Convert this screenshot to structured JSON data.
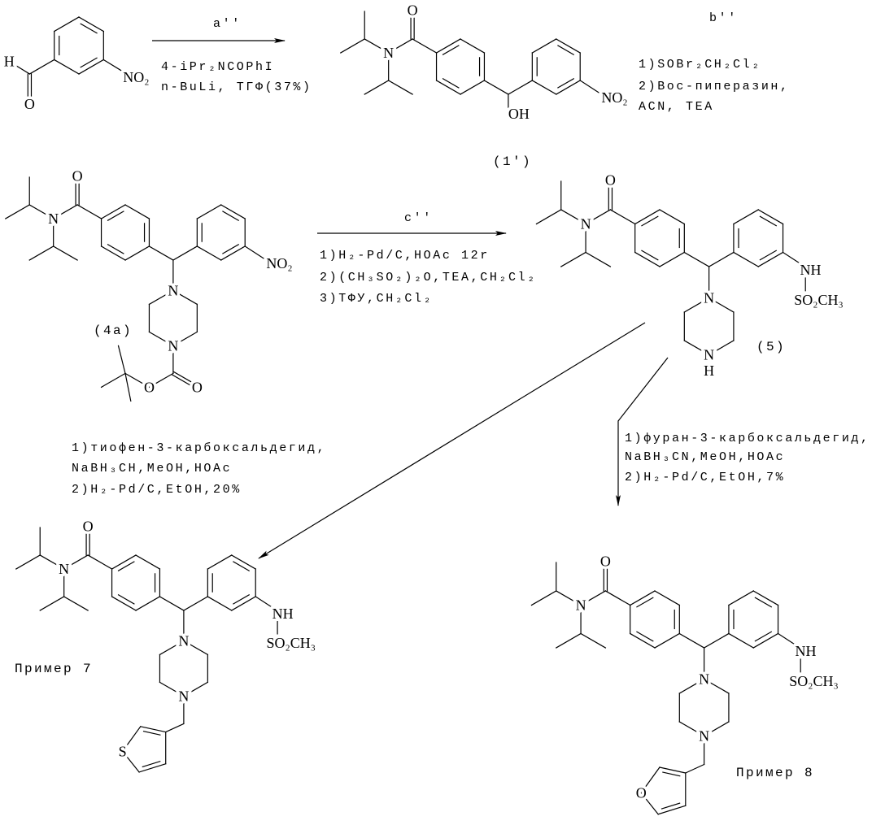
{
  "atoms": {
    "N": "N",
    "O": "O",
    "H": "H",
    "S": "S",
    "NH": "NH",
    "OH": "OH",
    "NO2": "NO₂",
    "SO2CH3": "SO₂CH₃"
  },
  "compounds": {
    "c1": "(1')",
    "c4a": "(4a)",
    "c5": "(5)",
    "ex7": "Пример  7",
    "ex8": "Пример  8"
  },
  "steps": {
    "a": {
      "label": "a''",
      "conditions": [
        "4-iPr₂NCOPhI",
        "n-BuLi, ТГФ(37%)"
      ]
    },
    "b": {
      "label": "b''",
      "conditions": [
        "1)SOBr₂CH₂Cl₂",
        "2)Boc-пиперазин,",
        "ACN, TEA"
      ]
    },
    "c": {
      "label": "c''",
      "conditions": [
        "1)H₂-Pd/C,HOAc 12r",
        "2)(CH₃SO₂)₂O,TEA,CH₂Cl₂",
        "3)ТФУ,CH₂Cl₂"
      ]
    },
    "d": {
      "conditions": [
        "1)тиофен-3-карбоксальдегид,",
        "NaBH₃CH,MeOH,HOAc",
        "2)H₂-Pd/C,EtOH,20%"
      ]
    },
    "e": {
      "conditions": [
        "1)фуран-3-карбоксальдегид,",
        "NaBH₃CN,MeOH,HOAc",
        "2)H₂-Pd/C,EtOH,7%"
      ]
    }
  }
}
